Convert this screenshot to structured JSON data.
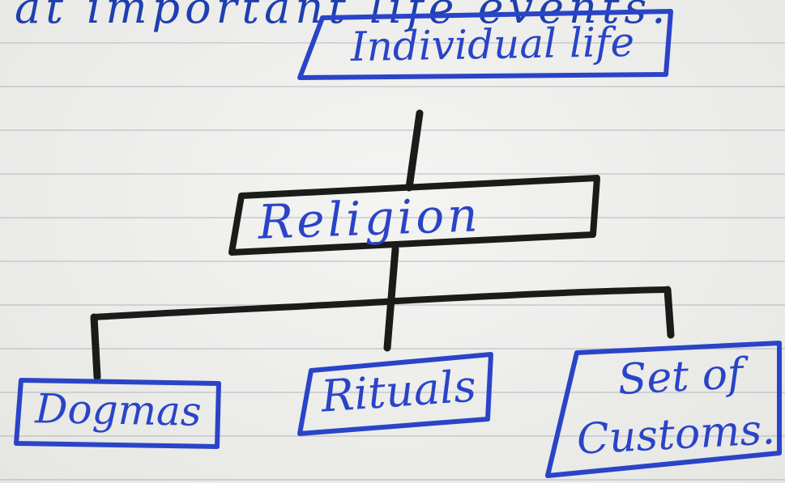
{
  "top_text": "at important life events.",
  "nodes": {
    "individual_life": "Individual life",
    "religion": "Religion",
    "dogmas": "Dogmas",
    "rituals": "Rituals",
    "set_of_customs_line1": "Set of",
    "set_of_customs_line2": "Customs."
  },
  "colors": {
    "ink_blue": "#2a44c8",
    "ink_black": "#1a1c1a",
    "paper": "#ebebe9",
    "rule_line": "#9aa3b0"
  }
}
